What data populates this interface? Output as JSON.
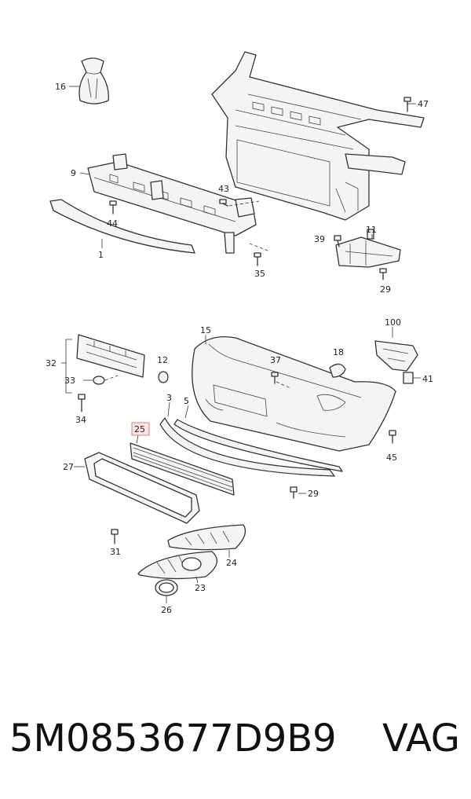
{
  "callouts": {
    "c16": "16",
    "c47": "47",
    "c9": "9",
    "c43": "43",
    "c44": "44",
    "c1": "1",
    "c11": "11",
    "c39": "39",
    "c35": "35",
    "c29a": "29",
    "c100": "100",
    "c15": "15",
    "c32": "32",
    "c12": "12",
    "c37": "37",
    "c18": "18",
    "c41": "41",
    "c33": "33",
    "c3": "3",
    "c5": "5",
    "c34": "34",
    "c25": "25",
    "c27": "27",
    "c45": "45",
    "c29b": "29",
    "c31": "31",
    "c24": "24",
    "c23": "23",
    "c26": "26"
  },
  "highlight": {
    "part": "25",
    "color": "#fde3e3",
    "border": "#d98080"
  },
  "footer": {
    "part_number": "5M0853677D9B9",
    "brand": "VAG"
  }
}
